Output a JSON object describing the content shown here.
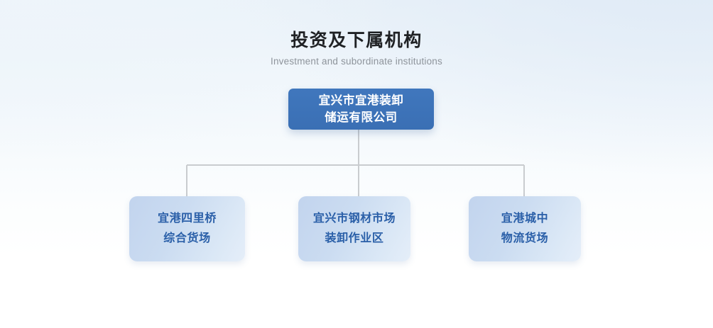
{
  "heading": {
    "title": "投资及下属机构",
    "subtitle": "Investment and subordinate institutions"
  },
  "org_chart": {
    "root": {
      "label": "宜兴市宜港装卸\n储运有限公司",
      "fill_color": "#3b72b8",
      "text_color": "#ffffff"
    },
    "children": [
      {
        "label": "宜港四里桥\n综合货场",
        "fill_color": "#c5d6ef",
        "text_color": "#2a5fa8"
      },
      {
        "label": "宜兴市钢材市场\n装卸作业区",
        "fill_color": "#c5d6ef",
        "text_color": "#2a5fa8"
      },
      {
        "label": "宜港城中\n物流货场",
        "fill_color": "#c5d6ef",
        "text_color": "#2a5fa8"
      }
    ],
    "connector_color": "#c9cccf"
  },
  "theme": {
    "background_top": "#e6eef7",
    "background_bottom": "#ffffff",
    "title_color": "#1f2124",
    "subtitle_color": "#8e949b"
  }
}
